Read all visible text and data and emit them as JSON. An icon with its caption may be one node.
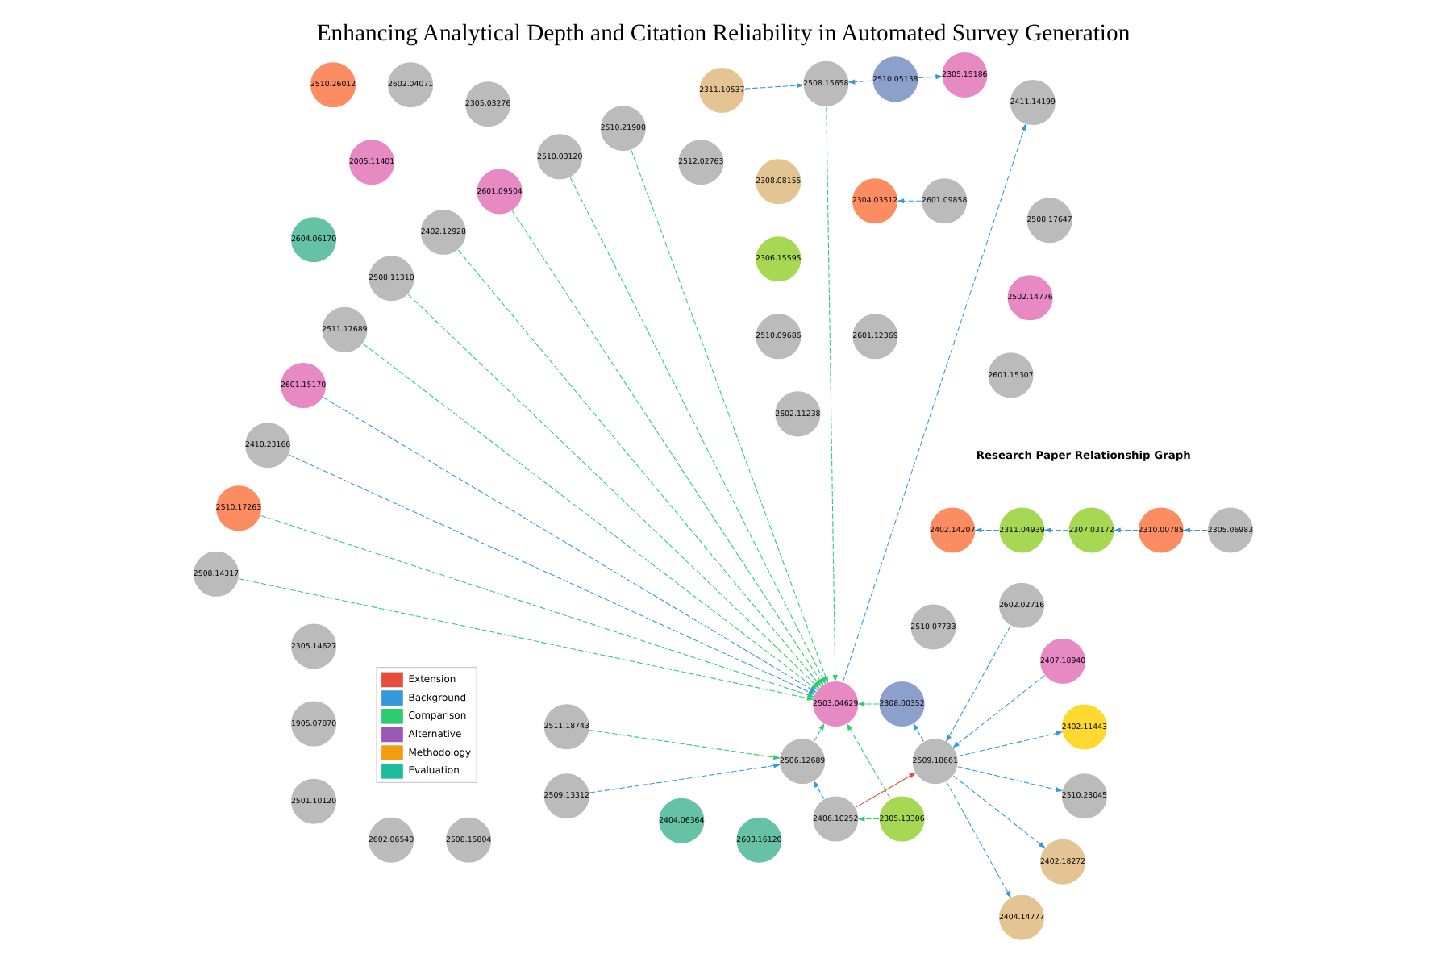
{
  "diagram": {
    "title": "Enhancing Analytical Depth and Citation Reliability in Automated Survey Generation",
    "nodes": [
      {
        "text": [
          "2602.11238"
        ]
      },
      {
        "text": [
          "2305.13306"
        ]
      },
      {
        "text": [
          "2510.05138"
        ]
      },
      {
        "text": [
          "2508.15658"
        ]
      },
      {
        "text": [
          "2311.10537"
        ]
      },
      {
        "text": [
          "2510.21900"
        ]
      },
      {
        "text": [
          "2510.09686"
        ]
      },
      {
        "text": [
          "2601.12369"
        ]
      },
      {
        "text": [
          "2308.00352"
        ]
      },
      {
        "text": [
          "2404.14777"
        ]
      },
      {
        "text": [
          "2306.15595"
        ]
      },
      {
        "text": [
          "2510.03120"
        ]
      },
      {
        "text": [
          "2510.07733"
        ]
      },
      {
        "text": [
          "2601.09504"
        ]
      },
      {
        "text": [
          "2308.08155"
        ]
      },
      {
        "text": [
          "2512.02763"
        ]
      },
      {
        "text": [
          "2411.14199"
        ]
      },
      {
        "text": [
          "2005.11401"
        ]
      },
      {
        "text": [
          "2601.15307"
        ]
      },
      {
        "text": [
          "2511.18743"
        ]
      },
      {
        "text": [
          "2402.18272"
        ]
      },
      {
        "text": [
          "2404.06364"
        ]
      },
      {
        "text": [
          "2510.23045"
        ]
      },
      {
        "text": [
          "2502.14776"
        ]
      },
      {
        "text": [
          "2304.03512"
        ]
      },
      {
        "text": [
          "2305.15186"
        ]
      },
      {
        "text": [
          "2603.16120"
        ]
      },
      {
        "text": [
          "2508.17647"
        ]
      },
      {
        "text": [
          "2305.03276"
        ]
      },
      {
        "text": [
          "2506.12689"
        ]
      },
      {
        "text": [
          "2604.06170"
        ]
      },
      {
        "text": [
          "2305.14627"
        ]
      },
      {
        "text": [
          "2402.12928"
        ]
      },
      {
        "text": [
          "2402.11443"
        ]
      },
      {
        "text": [
          "2402.14207"
        ]
      },
      {
        "text": [
          "2311.04939"
        ]
      },
      {
        "text": [
          "1905.07870"
        ]
      },
      {
        "text": [
          "2307.03172"
        ]
      },
      {
        "text": [
          "2310.00785"
        ]
      },
      {
        "text": [
          "2305.06983"
        ]
      },
      {
        "text": [
          "2406.10252"
        ]
      },
      {
        "text": [
          "2501.10120"
        ]
      },
      {
        "text": [
          "2508.11310"
        ]
      },
      {
        "text": [
          "2602.06540"
        ]
      },
      {
        "text": [
          "2511.17689"
        ]
      },
      {
        "text": [
          "2601.15170"
        ]
      },
      {
        "text": [
          "2410.23166"
        ]
      },
      {
        "text": [
          "2508.15804"
        ]
      },
      {
        "text": [
          "2407.18940"
        ]
      },
      {
        "text": [
          "2602.02716"
        ]
      },
      {
        "text": [
          "2602.04071"
        ]
      },
      {
        "text": [
          "2510.26012"
        ]
      },
      {
        "text": [
          "2510.17263"
        ]
      },
      {
        "text": [
          "2508.14317"
        ]
      },
      {
        "text": [
          "2509.13312"
        ]
      },
      {
        "text": [
          "2503.04629"
        ]
      },
      {
        "text": [
          "2601.09858"
        ]
      },
      {
        "text": [
          "2509.18661"
        ]
      }
    ],
    "edges": [
      {
        "from": 52,
        "to": 55,
        "arrow": "to",
        "style": "dashed",
        "color": "#2ecc71"
      },
      {
        "from": 53,
        "to": 55,
        "arrow": "to",
        "style": "dashed",
        "color": "#2ecc71"
      },
      {
        "from": 1,
        "to": 55,
        "arrow": "to",
        "style": "dashed",
        "color": "#2ecc71"
      },
      {
        "from": 3,
        "to": 55,
        "arrow": "to",
        "style": "dashed",
        "color": "#2ecc71"
      },
      {
        "from": 5,
        "to": 55,
        "arrow": "to",
        "style": "dashed",
        "color": "#2ecc71"
      },
      {
        "from": 8,
        "to": 55,
        "arrow": "to",
        "style": "dashed",
        "color": "#2ecc71"
      },
      {
        "from": 11,
        "to": 55,
        "arrow": "to",
        "style": "dashed",
        "color": "#2ecc71"
      },
      {
        "from": 13,
        "to": 55,
        "arrow": "to",
        "style": "dashed",
        "color": "#2ecc71"
      },
      {
        "from": 44,
        "to": 55,
        "arrow": "to",
        "style": "dashed",
        "color": "#2ecc71"
      },
      {
        "from": 42,
        "to": 55,
        "arrow": "to",
        "style": "dashed",
        "color": "#2ecc71"
      },
      {
        "from": 1,
        "to": 40,
        "arrow": "to",
        "style": "dashed",
        "color": "#2ecc71"
      },
      {
        "from": 32,
        "to": 55,
        "arrow": "to",
        "style": "dashed",
        "color": "#2ecc71"
      },
      {
        "from": 29,
        "to": 55,
        "arrow": "to",
        "style": "dashed",
        "color": "#2ecc71"
      },
      {
        "from": 19,
        "to": 29,
        "arrow": "to",
        "style": "dashed",
        "color": "#2ecc71"
      },
      {
        "from": 2,
        "to": 25,
        "arrow": "to",
        "style": "dashed",
        "color": "#3498db"
      },
      {
        "from": 54,
        "to": 29,
        "arrow": "to",
        "style": "dashed",
        "color": "#3498db"
      },
      {
        "from": 57,
        "to": 8,
        "arrow": "to",
        "style": "dashed",
        "color": "#3498db"
      },
      {
        "from": 57,
        "to": 9,
        "arrow": "to",
        "style": "dashed",
        "color": "#3498db"
      },
      {
        "from": 55,
        "to": 16,
        "arrow": "to",
        "style": "dashed",
        "color": "#3498db"
      },
      {
        "from": 46,
        "to": 55,
        "arrow": "to",
        "style": "dashed",
        "color": "#3498db"
      },
      {
        "from": 45,
        "to": 55,
        "arrow": "to",
        "style": "dashed",
        "color": "#3498db"
      },
      {
        "from": 49,
        "to": 57,
        "arrow": "to",
        "style": "dashed",
        "color": "#3498db"
      },
      {
        "from": 48,
        "to": 57,
        "arrow": "to",
        "style": "dashed",
        "color": "#3498db"
      },
      {
        "from": 56,
        "to": 24,
        "arrow": "to",
        "style": "dashed",
        "color": "#3498db"
      },
      {
        "from": 57,
        "to": 22,
        "arrow": "to",
        "style": "dashed",
        "color": "#3498db"
      },
      {
        "from": 57,
        "to": 20,
        "arrow": "to",
        "style": "dashed",
        "color": "#3498db"
      },
      {
        "from": 40,
        "to": 29,
        "arrow": "to",
        "style": "dashed",
        "color": "#3498db"
      },
      {
        "from": 57,
        "to": 33,
        "arrow": "to",
        "style": "dashed",
        "color": "#3498db"
      },
      {
        "from": 2,
        "to": 3,
        "arrow": "to",
        "style": "dashed",
        "color": "#3498db"
      },
      {
        "from": 4,
        "to": 3,
        "arrow": "to",
        "style": "dashed",
        "color": "#3498db"
      },
      {
        "from": 39,
        "to": 38,
        "arrow": "to",
        "style": "dashed",
        "color": "#3498db"
      },
      {
        "from": 38,
        "to": 37,
        "arrow": "to",
        "style": "dashed",
        "color": "#3498db"
      },
      {
        "from": 37,
        "to": 35,
        "arrow": "to",
        "style": "dashed",
        "color": "#3498db"
      },
      {
        "from": 35,
        "to": 34,
        "arrow": "to",
        "style": "dashed",
        "color": "#3498db"
      },
      {
        "from": 40,
        "to": 57,
        "arrow": "to",
        "color": "#e74c3c"
      }
    ],
    "labels": [
      "Research Paper Relationship Graph"
    ],
    "legend": [
      {
        "text": "Extension",
        "color": "#e74c3c"
      },
      {
        "text": "Background",
        "color": "#3498db"
      },
      {
        "text": "Comparison",
        "color": "#2ecc71"
      },
      {
        "text": "Alternative",
        "color": "#9b59b6"
      },
      {
        "text": "Methodology",
        "color": "#f39c12"
      },
      {
        "text": "Evaluation",
        "color": "#1abc9c"
      }
    ]
  }
}
